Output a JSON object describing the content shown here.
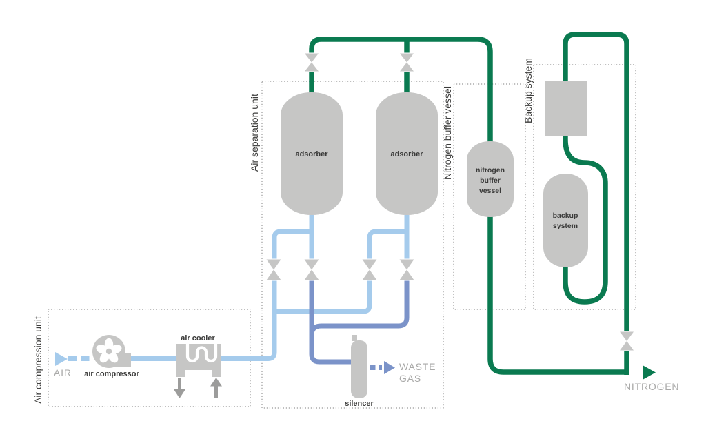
{
  "diagram": {
    "type": "process-flow",
    "subject": "PSA nitrogen generation plant"
  },
  "colors": {
    "pipe_green": "#0a7a50",
    "pipe_light_blue": "#a5cbec",
    "pipe_medium_blue": "#7b93c9",
    "component_gray": "#c6c6c5",
    "arrow_gray": "#9c9c9b",
    "text_dark": "#3a3a39",
    "text_gray": "#a9a9a8",
    "border_dotted_gray": "#999999"
  },
  "units": {
    "air_compression": {
      "label": "Air compression unit",
      "air_compressor_label": "air compressor",
      "air_cooler_label": "air cooler"
    },
    "air_separation": {
      "label": "Air separation unit",
      "adsorber_left_label": "adsorber",
      "adsorber_right_label": "adsorber",
      "silencer_label": "silencer"
    },
    "nitrogen_buffer": {
      "label": "Nitrogen buffer vessel",
      "vessel_label_lines": [
        "nitrogen",
        "buffer",
        "vessel"
      ]
    },
    "backup": {
      "label": "Backup system",
      "vessel_label_lines": [
        "backup",
        "system"
      ]
    }
  },
  "streams": {
    "air_label": "AIR",
    "waste_gas_label_lines": [
      "WASTE",
      "GAS"
    ],
    "nitrogen_label": "NITROGEN"
  }
}
